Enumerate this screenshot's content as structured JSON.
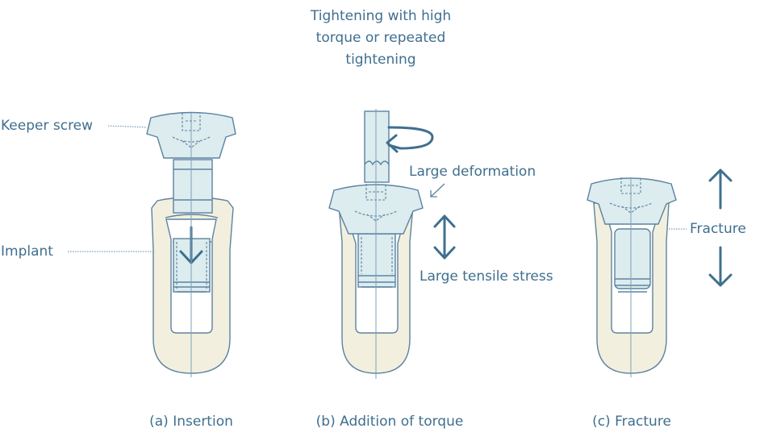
{
  "top_note": [
    "Tightening with high",
    "torque or repeated",
    "tightening"
  ],
  "labels": {
    "keeper_screw": "Keeper screw",
    "implant": "Implant",
    "large_deformation": "Large deformation",
    "large_tensile_stress": "Large tensile stress",
    "fracture": "Fracture"
  },
  "captions": {
    "a": "(a) Insertion",
    "b": "(b) Addition of torque",
    "c": "(c) Fracture"
  },
  "colors": {
    "outline": "#5b83a0",
    "screw_fill": "#dcecef",
    "implant_fill": "#f3efdf",
    "arrow": "#3f6f8f",
    "text": "#3f6f8f"
  }
}
